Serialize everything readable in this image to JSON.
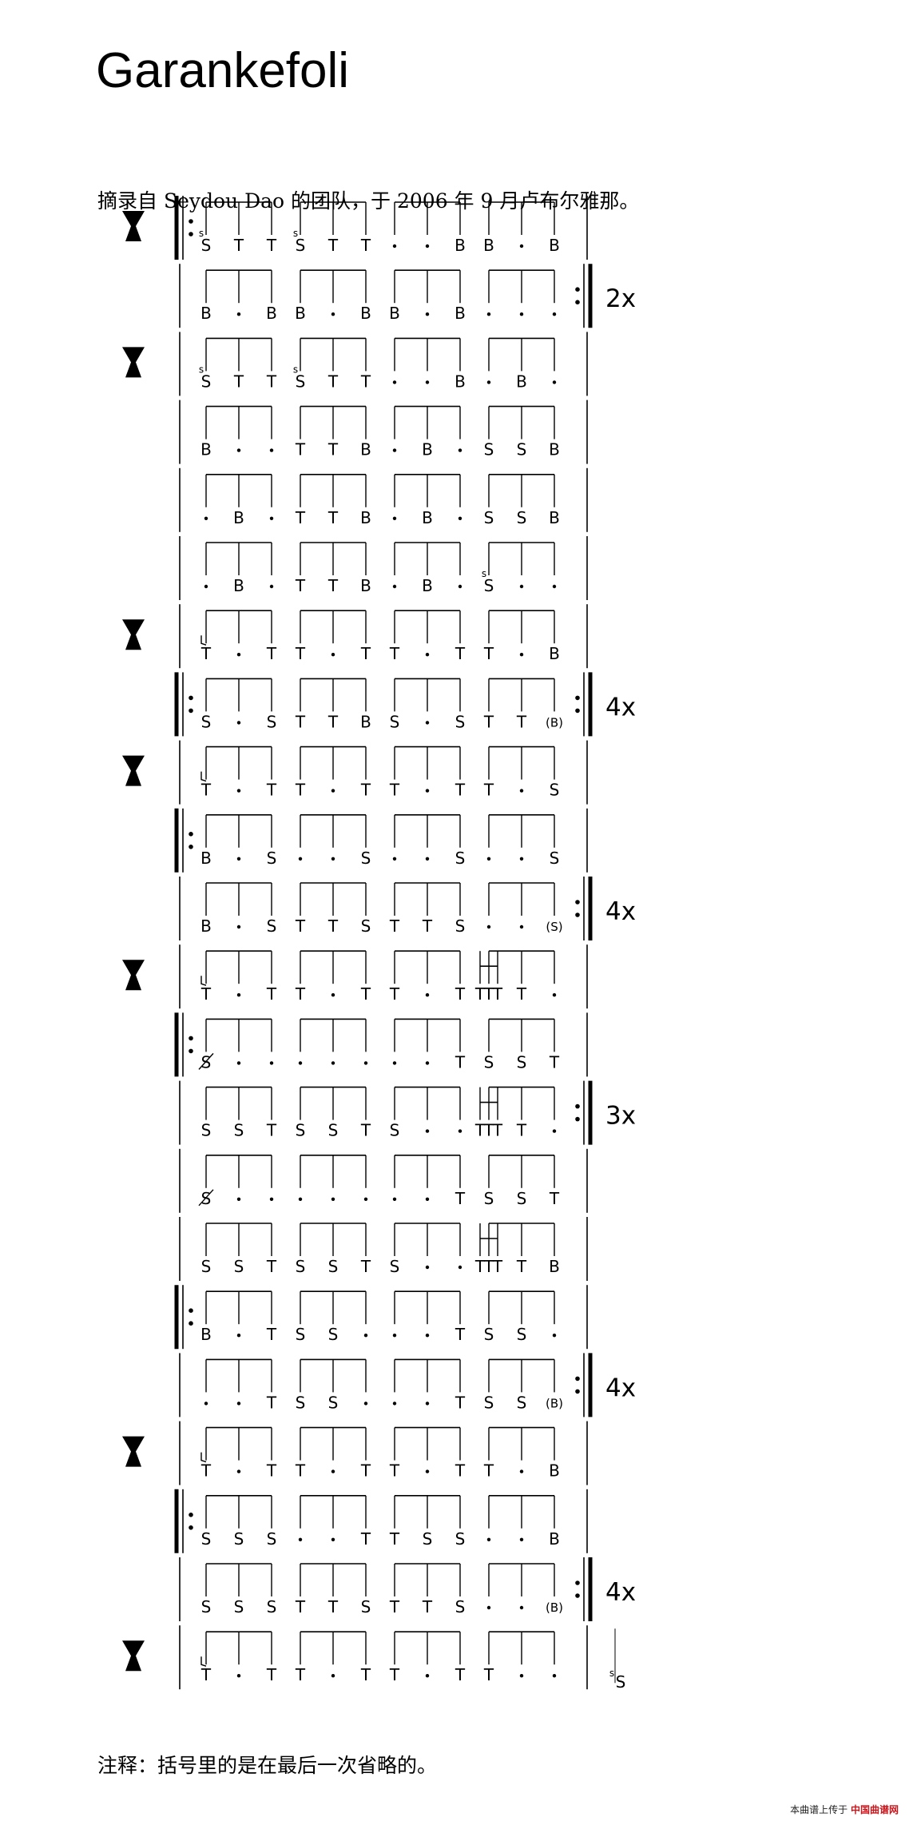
{
  "title": "Garankefoli",
  "subtitle": "摘录自 Seydou Dao 的团队，于 2006 年 9 月卢布尔雅那。",
  "footnote": "注释：括号里的是在最后一次省略的。",
  "credit": {
    "prefix": "本曲谱上传于",
    "brand": "中国曲谱网"
  },
  "drum_icon": "djembe-icon",
  "rows": [
    {
      "drum": true,
      "start": "repeat",
      "end": "bar",
      "rep": "",
      "cells": [
        "sS",
        "T",
        "T",
        "sS",
        "T",
        "T",
        ".",
        ".",
        "B",
        "B",
        ".",
        "B"
      ]
    },
    {
      "drum": false,
      "start": "bar",
      "end": "repeat",
      "rep": "2x",
      "cells": [
        "B",
        ".",
        "B",
        "B",
        ".",
        "B",
        "B",
        ".",
        "B",
        ".",
        ".",
        "."
      ]
    },
    {
      "drum": true,
      "start": "bar",
      "end": "bar",
      "rep": "",
      "cells": [
        "sS",
        "T",
        "T",
        "sS",
        "T",
        "T",
        ".",
        ".",
        "B",
        ".",
        "B",
        "."
      ]
    },
    {
      "drum": false,
      "start": "bar",
      "end": "bar",
      "rep": "",
      "cells": [
        "B",
        ".",
        ".",
        "T",
        "T",
        "B",
        ".",
        "B",
        ".",
        "S",
        "S",
        "B"
      ]
    },
    {
      "drum": false,
      "start": "bar",
      "end": "bar",
      "rep": "",
      "cells": [
        ".",
        "B",
        ".",
        "T",
        "T",
        "B",
        ".",
        "B",
        ".",
        "S",
        "S",
        "B"
      ]
    },
    {
      "drum": false,
      "start": "bar",
      "end": "bar",
      "rep": "",
      "cells": [
        ".",
        "B",
        ".",
        "T",
        "T",
        "B",
        ".",
        "B",
        ".",
        "sS",
        ".",
        "."
      ]
    },
    {
      "drum": true,
      "start": "bar",
      "end": "bar",
      "rep": "",
      "cells": [
        "fT",
        ".",
        "T",
        "T",
        ".",
        "T",
        "T",
        ".",
        "T",
        "T",
        ".",
        "B"
      ]
    },
    {
      "drum": false,
      "start": "repeat",
      "end": "repeat",
      "rep": "4x",
      "cells": [
        "S",
        ".",
        "S",
        "T",
        "T",
        "B",
        "S",
        ".",
        "S",
        "T",
        "T",
        "(B)"
      ]
    },
    {
      "drum": true,
      "start": "bar",
      "end": "bar",
      "rep": "",
      "cells": [
        "fT",
        ".",
        "T",
        "T",
        ".",
        "T",
        "T",
        ".",
        "T",
        "T",
        ".",
        "S"
      ]
    },
    {
      "drum": false,
      "start": "repeat",
      "end": "bar",
      "rep": "",
      "cells": [
        "B",
        ".",
        "S",
        ".",
        ".",
        "S",
        ".",
        ".",
        "S",
        ".",
        ".",
        "S"
      ]
    },
    {
      "drum": false,
      "start": "bar",
      "end": "repeat",
      "rep": "4x",
      "cells": [
        "B",
        ".",
        "S",
        "T",
        "T",
        "S",
        "T",
        "T",
        "S",
        ".",
        ".",
        "(S)"
      ]
    },
    {
      "drum": true,
      "start": "bar",
      "end": "bar",
      "rep": "",
      "cells": [
        "fT",
        ".",
        "T",
        "T",
        ".",
        "T",
        "T",
        ".",
        "T",
        "TTT",
        "T",
        "."
      ]
    },
    {
      "drum": false,
      "start": "repeat",
      "end": "bar",
      "rep": "",
      "cells": [
        "xS",
        ".",
        ".",
        ".",
        ".",
        ".",
        ".",
        ".",
        "T",
        "S",
        "S",
        "T"
      ]
    },
    {
      "drum": false,
      "start": "bar",
      "end": "repeat",
      "rep": "3x",
      "cells": [
        "S",
        "S",
        "T",
        "S",
        "S",
        "T",
        "S",
        ".",
        ".",
        "TTT",
        "T",
        "."
      ]
    },
    {
      "drum": false,
      "start": "bar",
      "end": "bar",
      "rep": "",
      "cells": [
        "xS",
        ".",
        ".",
        ".",
        ".",
        ".",
        ".",
        ".",
        "T",
        "S",
        "S",
        "T"
      ]
    },
    {
      "drum": false,
      "start": "bar",
      "end": "bar",
      "rep": "",
      "cells": [
        "S",
        "S",
        "T",
        "S",
        "S",
        "T",
        "S",
        ".",
        ".",
        "TTT",
        "T",
        "B"
      ]
    },
    {
      "drum": false,
      "start": "repeat",
      "end": "bar",
      "rep": "",
      "cells": [
        "B",
        ".",
        "T",
        "S",
        "S",
        ".",
        ".",
        ".",
        "T",
        "S",
        "S",
        "."
      ]
    },
    {
      "drum": false,
      "start": "bar",
      "end": "repeat",
      "rep": "4x",
      "cells": [
        ".",
        ".",
        "T",
        "S",
        "S",
        ".",
        ".",
        ".",
        "T",
        "S",
        "S",
        "(B)"
      ]
    },
    {
      "drum": true,
      "start": "bar",
      "end": "bar",
      "rep": "",
      "cells": [
        "fT",
        ".",
        "T",
        "T",
        ".",
        "T",
        "T",
        ".",
        "T",
        "T",
        ".",
        "B"
      ]
    },
    {
      "drum": false,
      "start": "repeat",
      "end": "bar",
      "rep": "",
      "cells": [
        "S",
        "S",
        "S",
        ".",
        ".",
        "T",
        "T",
        "S",
        "S",
        ".",
        ".",
        "B"
      ]
    },
    {
      "drum": false,
      "start": "bar",
      "end": "repeat",
      "rep": "4x",
      "cells": [
        "S",
        "S",
        "S",
        "T",
        "T",
        "S",
        "T",
        "T",
        "S",
        ".",
        ".",
        "(B)"
      ]
    },
    {
      "drum": true,
      "start": "bar",
      "end": "flam",
      "rep": "",
      "cells": [
        "fT",
        ".",
        "T",
        "T",
        ".",
        "T",
        "T",
        ".",
        "T",
        "T",
        ".",
        "."
      ]
    }
  ]
}
